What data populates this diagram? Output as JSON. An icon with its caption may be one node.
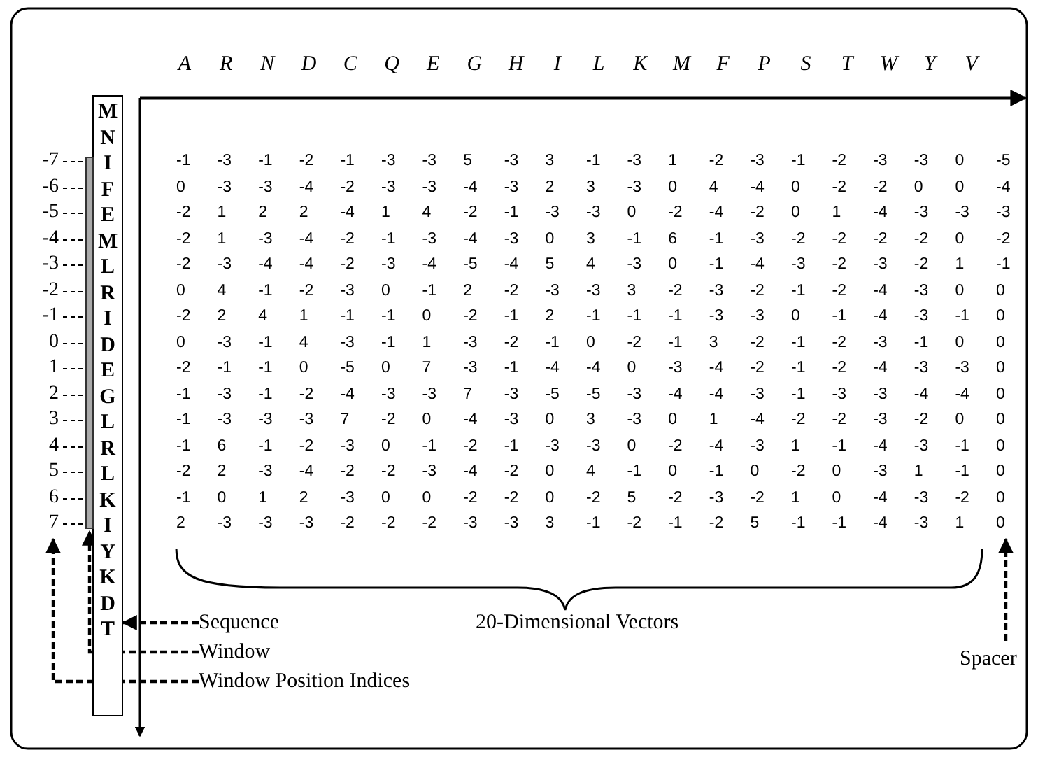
{
  "diagram": {
    "nodes": [
      {
        "text": [
          "M N I F E M L R I D E G L R L K I Y K D T"
        ]
      },
      {
        "text": [],
        "shape": "bar"
      },
      {
        "text": [
          "Sequence"
        ]
      },
      {
        "text": [
          "Window"
        ]
      },
      {
        "text": [
          "Window Position Indices"
        ]
      },
      {
        "text": [
          "Spacer"
        ]
      },
      {
        "text": [
          "-7",
          "-6",
          "-5",
          "-4",
          "-3",
          "-2",
          "-1",
          "0",
          "1",
          "2",
          "3",
          "4",
          "5",
          "6",
          "7"
        ]
      },
      {
        "text": [
          "-5",
          "-4",
          "-3",
          "-2",
          "-1",
          "0",
          "0",
          "0",
          "0",
          "0",
          "0",
          "0",
          "0",
          "0",
          "0"
        ]
      }
    ],
    "edges": [
      {
        "from": 2,
        "to": 0,
        "arrow": "to",
        "style": "dashed"
      },
      {
        "from": 3,
        "to": 1,
        "arrow": "to",
        "style": "dashed"
      },
      {
        "from": 4,
        "to": 6,
        "arrow": "to",
        "style": "dashed"
      },
      {
        "from": 5,
        "to": 7,
        "arrow": "to",
        "style": "dashed"
      }
    ],
    "labels": [
      "A",
      "R",
      "N",
      "D",
      "C",
      "Q",
      "E",
      "G",
      "H",
      "I",
      "L",
      "K",
      "M",
      "F",
      "P",
      "S",
      "T",
      "W",
      "Y",
      "V",
      "-1",
      "-3",
      "-1",
      "-2",
      "-1",
      "-3",
      "-3",
      "5",
      "-3",
      "3",
      "-1",
      "-3",
      "1",
      "-2",
      "-3",
      "-1",
      "-2",
      "-3",
      "-3",
      "0",
      "0",
      "-3",
      "-3",
      "-4",
      "-2",
      "-3",
      "-3",
      "-4",
      "-3",
      "2",
      "3",
      "-3",
      "0",
      "4",
      "-4",
      "0",
      "-2",
      "-2",
      "0",
      "0",
      "-2",
      "1",
      "2",
      "2",
      "-4",
      "1",
      "4",
      "-2",
      "-1",
      "-3",
      "-3",
      "0",
      "-2",
      "-4",
      "-2",
      "0",
      "1",
      "-4",
      "-3",
      "-3",
      "-2",
      "1",
      "-3",
      "-4",
      "-2",
      "-1",
      "-3",
      "-4",
      "-3",
      "0",
      "3",
      "-1",
      "6",
      "-1",
      "-3",
      "-2",
      "-2",
      "-2",
      "-2",
      "0",
      "-2",
      "-3",
      "-4",
      "-4",
      "-2",
      "-3",
      "-4",
      "-5",
      "-4",
      "5",
      "4",
      "-3",
      "0",
      "-1",
      "-4",
      "-3",
      "-2",
      "-3",
      "-2",
      "1",
      "0",
      "4",
      "-1",
      "-2",
      "-3",
      "0",
      "-1",
      "2",
      "-2",
      "-3",
      "-3",
      "3",
      "-2",
      "-3",
      "-2",
      "-1",
      "-2",
      "-4",
      "-3",
      "0",
      "-2",
      "2",
      "4",
      "1",
      "-1",
      "-1",
      "0",
      "-2",
      "-1",
      "2",
      "-1",
      "-1",
      "-1",
      "-3",
      "-3",
      "0",
      "-1",
      "-4",
      "-3",
      "-1",
      "0",
      "-3",
      "-1",
      "4",
      "-3",
      "-1",
      "1",
      "-3",
      "-2",
      "-1",
      "0",
      "-2",
      "-1",
      "3",
      "-2",
      "-1",
      "-2",
      "-3",
      "-1",
      "0",
      "-2",
      "-1",
      "-1",
      "0",
      "-5",
      "0",
      "7",
      "-3",
      "-1",
      "-4",
      "-4",
      "0",
      "-3",
      "-4",
      "-2",
      "-1",
      "-2",
      "-4",
      "-3",
      "-3",
      "-1",
      "-3",
      "-1",
      "-2",
      "-4",
      "-3",
      "-3",
      "7",
      "-3",
      "-5",
      "-5",
      "-3",
      "-4",
      "-4",
      "-3",
      "-1",
      "-3",
      "-3",
      "-4",
      "-4",
      "-1",
      "-3",
      "-3",
      "-3",
      "7",
      "-2",
      "0",
      "-4",
      "-3",
      "0",
      "3",
      "-3",
      "0",
      "1",
      "-4",
      "-2",
      "-2",
      "-3",
      "-2",
      "0",
      "-1",
      "6",
      "-1",
      "-2",
      "-3",
      "0",
      "-1",
      "-2",
      "-1",
      "-3",
      "-3",
      "0",
      "-2",
      "-4",
      "-3",
      "1",
      "-1",
      "-4",
      "-3",
      "-1",
      "-2",
      "2",
      "-3",
      "-4",
      "-2",
      "-2",
      "-3",
      "-4",
      "-2",
      "0",
      "4",
      "-1",
      "0",
      "-1",
      "0",
      "-2",
      "0",
      "-3",
      "1",
      "-1",
      "-1",
      "0",
      "1",
      "2",
      "-3",
      "0",
      "0",
      "-2",
      "-2",
      "0",
      "-2",
      "5",
      "-2",
      "-3",
      "-2",
      "1",
      "0",
      "-4",
      "-3",
      "-2",
      "2",
      "-3",
      "-3",
      "-3",
      "-2",
      "-2",
      "-2",
      "-3",
      "-3",
      "3",
      "-1",
      "-2",
      "-1",
      "-2",
      "5",
      "-1",
      "-1",
      "-4",
      "-3",
      "1",
      "20-Dimensional Vectors"
    ]
  }
}
